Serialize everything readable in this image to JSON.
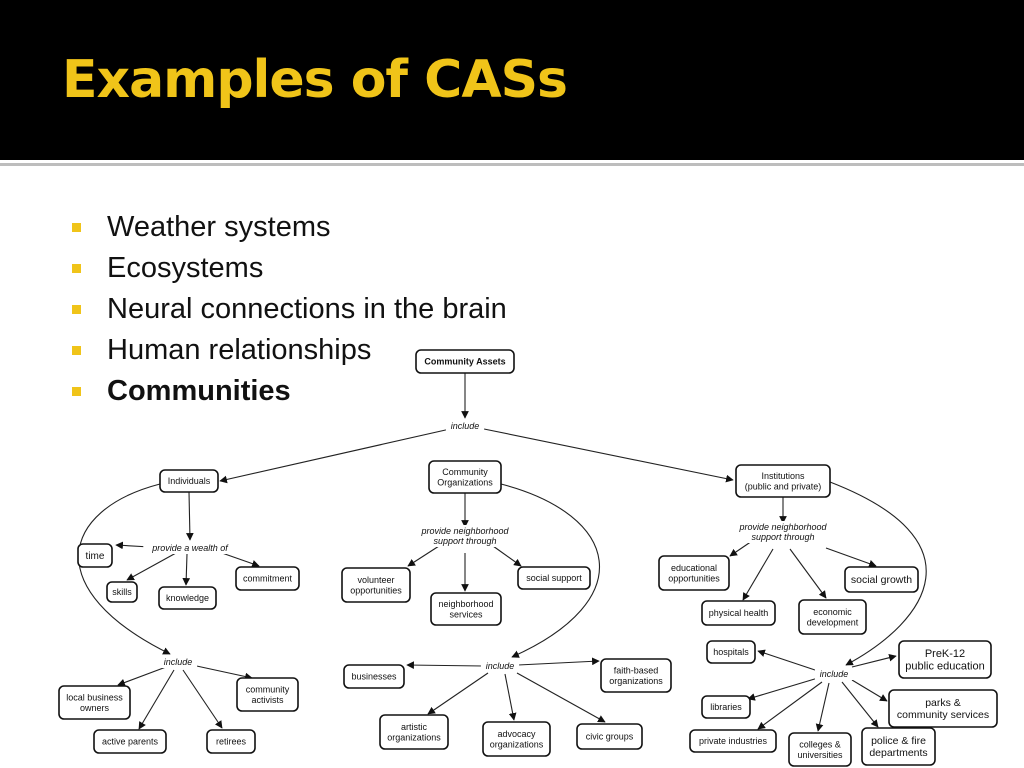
{
  "slide": {
    "title": "Examples of CASs",
    "bullets": [
      {
        "text": "Weather systems",
        "bold": false
      },
      {
        "text": "Ecosystems",
        "bold": false
      },
      {
        "text": "Neural connections in the brain",
        "bold": false
      },
      {
        "text": "Human relationships",
        "bold": false
      },
      {
        "text": "Communities",
        "bold": true
      }
    ],
    "colors": {
      "title": "#f0c419",
      "title_bar": "#000000",
      "bullet": "#f0c419"
    }
  },
  "concept_map": {
    "concepts": [
      {
        "id": "community-assets",
        "lines": [
          "Community Assets"
        ],
        "bold": true
      },
      {
        "id": "individuals",
        "lines": [
          "Individuals"
        ]
      },
      {
        "id": "community-organizations",
        "lines": [
          "Community",
          "Organizations"
        ]
      },
      {
        "id": "institutions",
        "lines": [
          "Institutions",
          "(public and private)"
        ]
      },
      {
        "id": "time",
        "lines": [
          "time"
        ]
      },
      {
        "id": "skills",
        "lines": [
          "skills"
        ]
      },
      {
        "id": "knowledge",
        "lines": [
          "knowledge"
        ]
      },
      {
        "id": "commitment",
        "lines": [
          "commitment"
        ]
      },
      {
        "id": "volunteer-opportunities",
        "lines": [
          "volunteer",
          "opportunities"
        ]
      },
      {
        "id": "neighborhood-services",
        "lines": [
          "neighborhood",
          "services"
        ]
      },
      {
        "id": "social-support",
        "lines": [
          "social support"
        ]
      },
      {
        "id": "educational-opportunities",
        "lines": [
          "educational",
          "opportunities"
        ]
      },
      {
        "id": "physical-health",
        "lines": [
          "physical health"
        ]
      },
      {
        "id": "economic-development",
        "lines": [
          "economic",
          "development"
        ]
      },
      {
        "id": "social-growth",
        "lines": [
          "social growth"
        ]
      },
      {
        "id": "local-business-owners",
        "lines": [
          "local business",
          "owners"
        ]
      },
      {
        "id": "active-parents",
        "lines": [
          "active parents"
        ]
      },
      {
        "id": "retirees",
        "lines": [
          "retirees"
        ]
      },
      {
        "id": "community-activists",
        "lines": [
          "community",
          "activists"
        ]
      },
      {
        "id": "businesses",
        "lines": [
          "businesses"
        ]
      },
      {
        "id": "faith-based-organizations",
        "lines": [
          "faith-based",
          "organizations"
        ]
      },
      {
        "id": "artistic-organizations",
        "lines": [
          "artistic",
          "organizations"
        ]
      },
      {
        "id": "advocacy-organizations",
        "lines": [
          "advocacy",
          "organizations"
        ]
      },
      {
        "id": "civic-groups",
        "lines": [
          "civic groups"
        ]
      },
      {
        "id": "hospitals",
        "lines": [
          "hospitals"
        ]
      },
      {
        "id": "prek-12",
        "lines": [
          "PreK-12",
          "public education"
        ]
      },
      {
        "id": "libraries",
        "lines": [
          "libraries"
        ]
      },
      {
        "id": "parks",
        "lines": [
          "parks &",
          "community services"
        ]
      },
      {
        "id": "private-industries",
        "lines": [
          "private industries"
        ]
      },
      {
        "id": "colleges",
        "lines": [
          "colleges &",
          "universities"
        ]
      },
      {
        "id": "police-fire",
        "lines": [
          "police & fire",
          "departments"
        ]
      }
    ],
    "links": [
      {
        "id": "top-include",
        "lines": [
          "include"
        ]
      },
      {
        "id": "wealth",
        "lines": [
          "provide a wealth of"
        ]
      },
      {
        "id": "org-support",
        "lines": [
          "provide neighborhood",
          "support through"
        ]
      },
      {
        "id": "inst-support",
        "lines": [
          "provide neighborhood",
          "support through"
        ]
      },
      {
        "id": "ind-include",
        "lines": [
          "include"
        ]
      },
      {
        "id": "org-include",
        "lines": [
          "include"
        ]
      },
      {
        "id": "inst-include",
        "lines": [
          "include"
        ]
      }
    ]
  }
}
